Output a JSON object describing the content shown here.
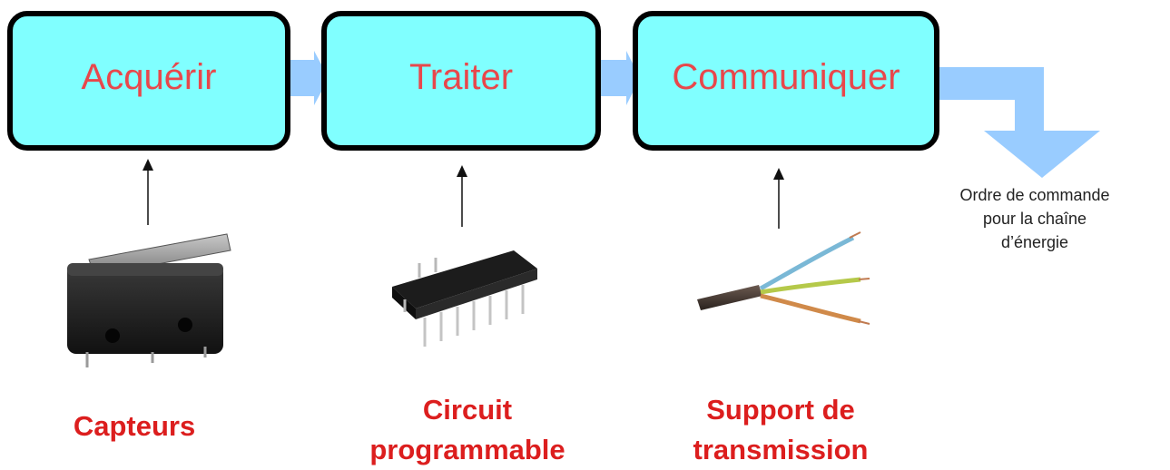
{
  "stages": [
    {
      "id": "acquerir",
      "label": "Acquérir"
    },
    {
      "id": "traiter",
      "label": "Traiter"
    },
    {
      "id": "communiquer",
      "label": "Communiquer"
    }
  ],
  "components": [
    {
      "label_lines": [
        "Capteurs"
      ],
      "icon": "microswitch-icon"
    },
    {
      "label_lines": [
        "Circuit",
        "programmable"
      ],
      "icon": "chip-icon"
    },
    {
      "label_lines": [
        "Support de",
        "transmission"
      ],
      "icon": "cable-icon"
    }
  ],
  "output": {
    "text_lines": [
      "Ordre de commande",
      "pour la chaîne",
      "d’énergie"
    ]
  },
  "colors": {
    "box_fill": "#80ffff",
    "box_border": "#000000",
    "stage_text": "#e8474b",
    "component_text": "#dc1e1e",
    "flow_arrow": "#99ccff"
  }
}
